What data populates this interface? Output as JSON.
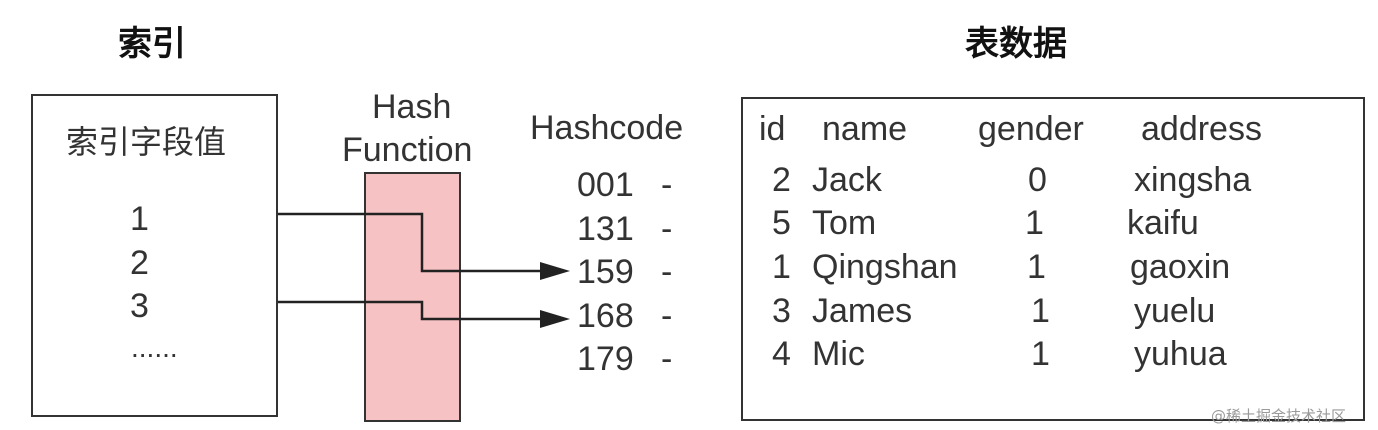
{
  "index_section": {
    "title": "索引",
    "box_header": "索引字段值",
    "values": [
      "1",
      "2",
      "3",
      "......"
    ]
  },
  "hash_function": {
    "label_line1": "Hash",
    "label_line2": "Function",
    "fill_color": "#f7c2c4"
  },
  "hashcode": {
    "header": "Hashcode",
    "codes": [
      "001",
      "131",
      "159",
      "168",
      "179"
    ],
    "dash": "-"
  },
  "table_section": {
    "title": "表数据",
    "columns": [
      "id",
      "name",
      "gender",
      "address"
    ],
    "rows": [
      [
        "2",
        "Jack",
        "0",
        "xingsha"
      ],
      [
        "5",
        "Tom",
        "1",
        "kaifu"
      ],
      [
        "1",
        "Qingshan",
        "1",
        "gaoxin"
      ],
      [
        "3",
        "James",
        "1",
        "yuelu"
      ],
      [
        "4",
        "Mic",
        "1",
        "yuhua"
      ]
    ]
  },
  "watermark": "@稀土掘金技术社区"
}
